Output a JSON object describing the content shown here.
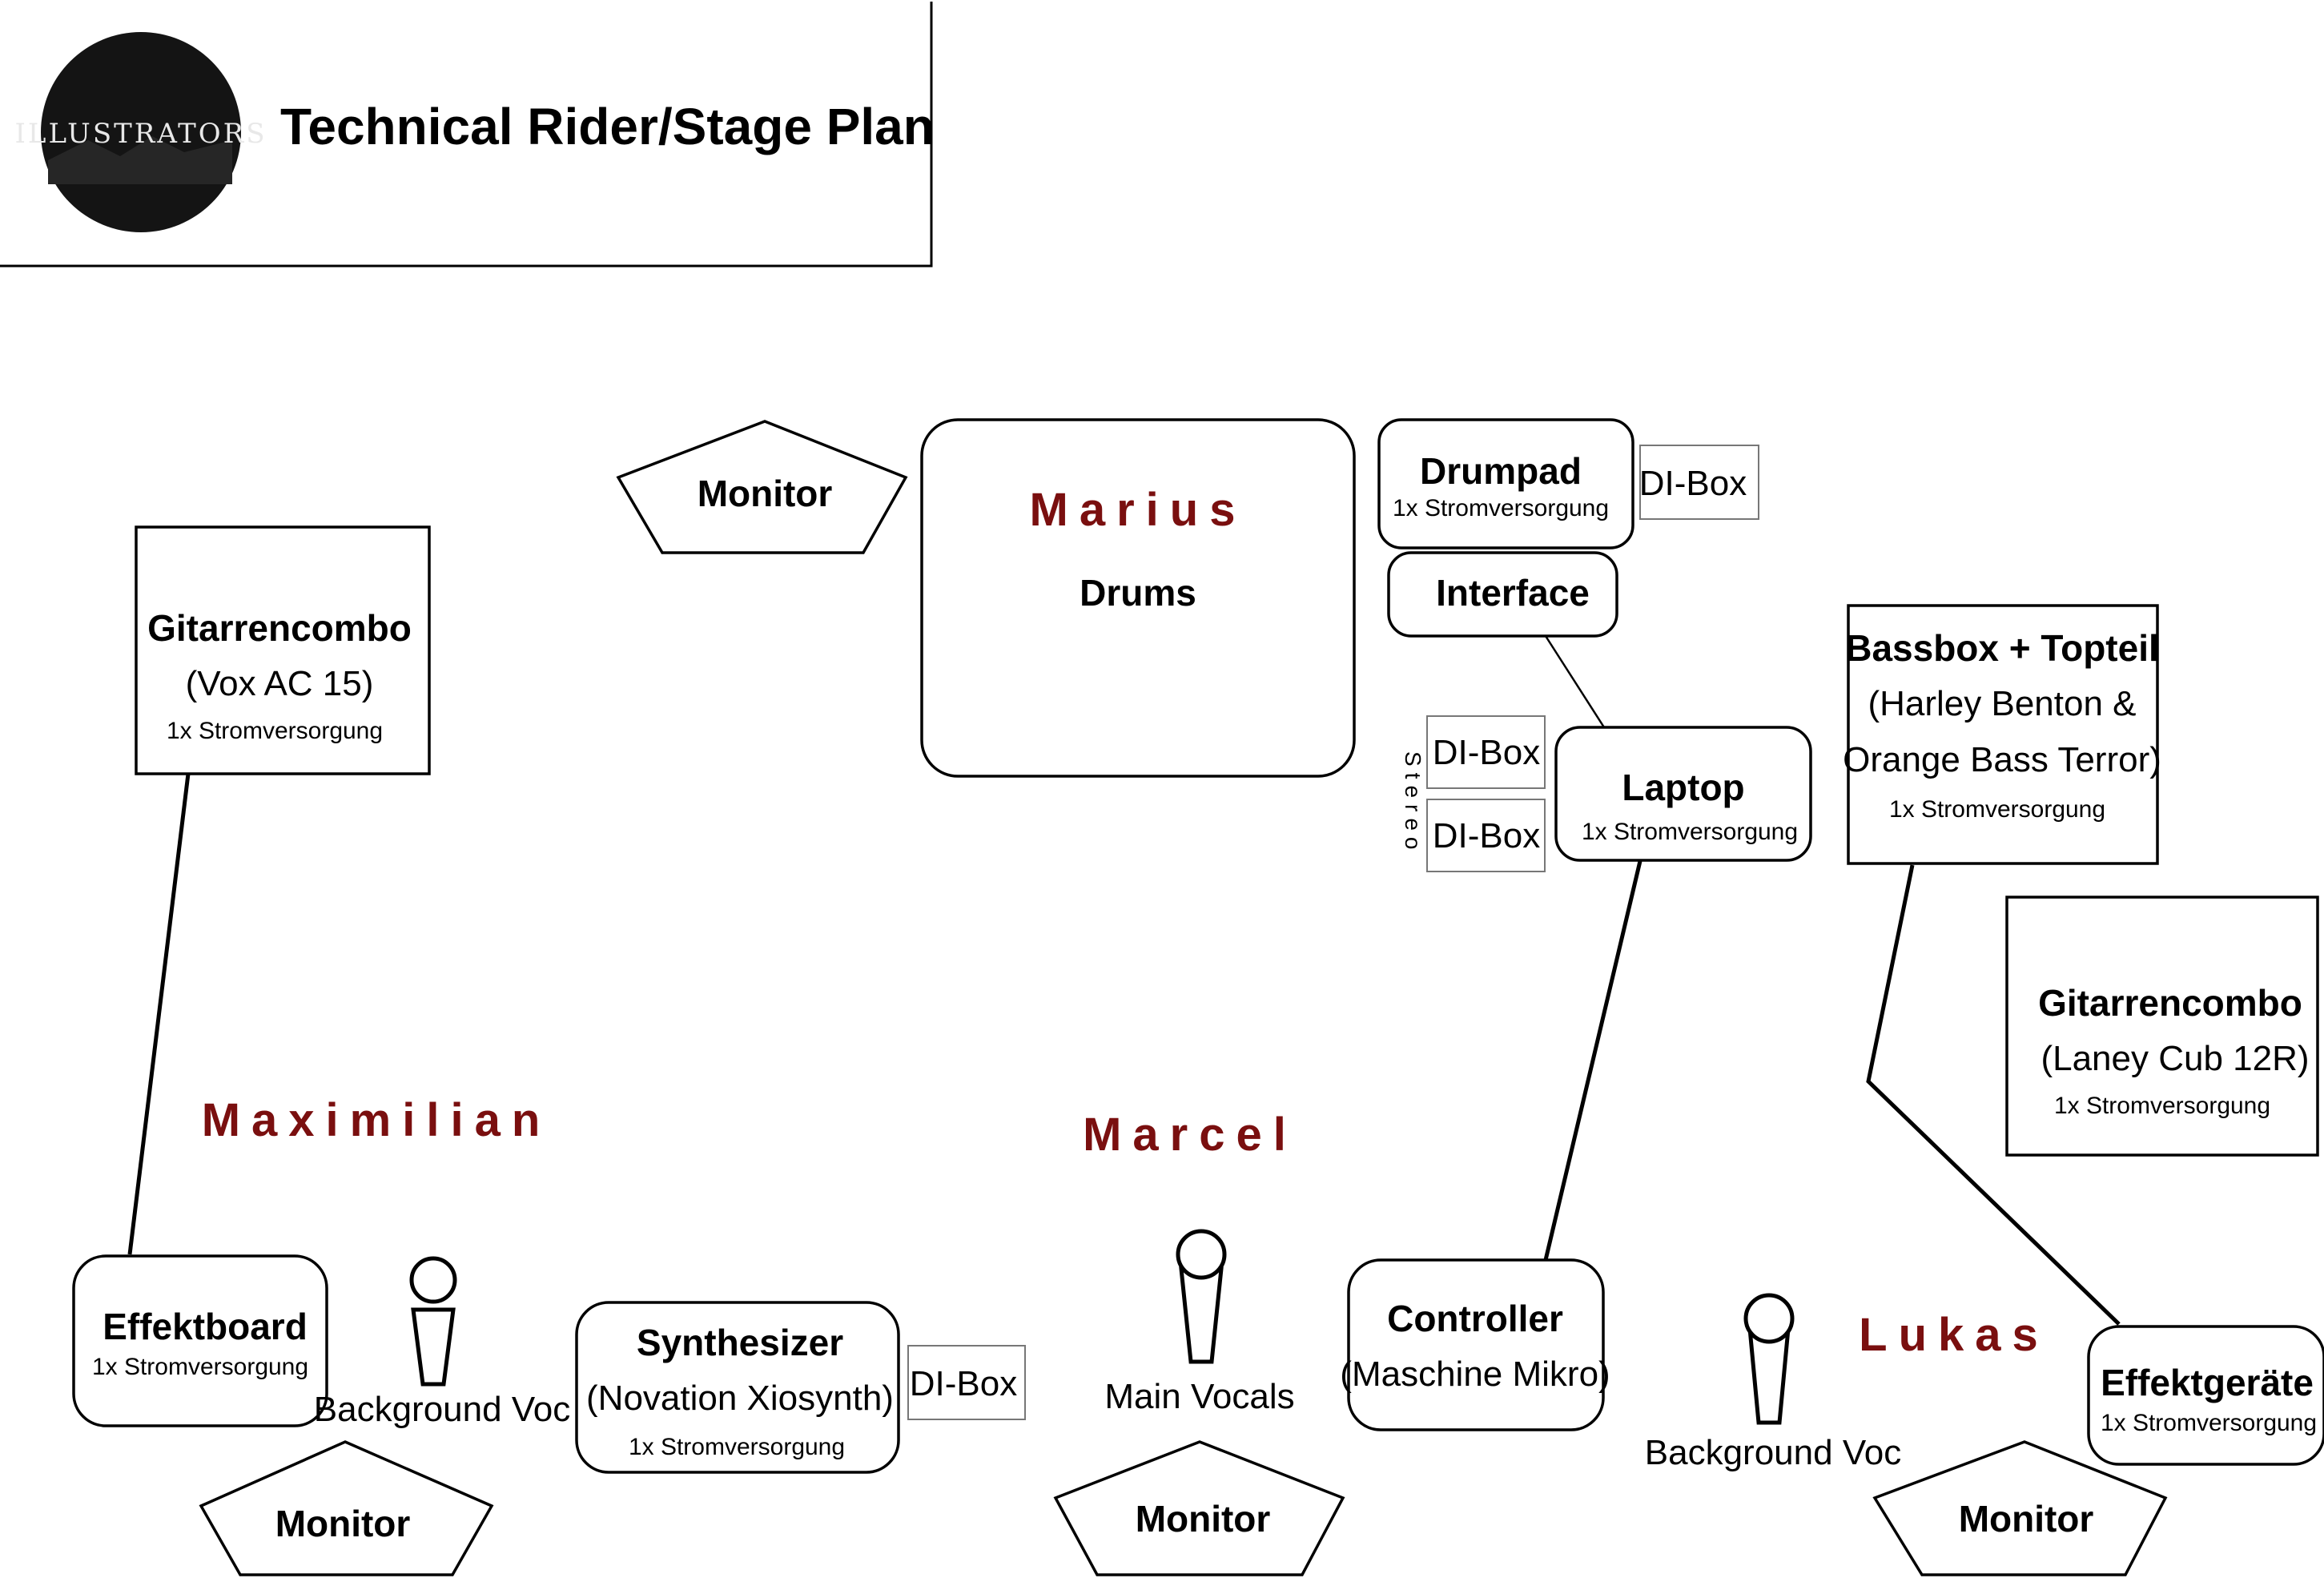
{
  "header": {
    "logo_text": "ILLUSTRATORS",
    "title": "Technical Rider/Stage Plan"
  },
  "members": {
    "drummer": "Marius",
    "guitarist_left": "Maximilian",
    "singer": "Marcel",
    "bassist": "Lukas"
  },
  "equipment": {
    "drums": {
      "name": "Marius",
      "label": "Drums"
    },
    "drumpad": {
      "label": "Drumpad",
      "power": "1x Stromversorgung"
    },
    "drumpad_di": "DI-Box",
    "interface": "Interface",
    "laptop": {
      "label": "Laptop",
      "power": "1x Stromversorgung"
    },
    "stereo_di_1": "DI-Box",
    "stereo_di_2": "DI-Box",
    "stereo_label": "Stereo",
    "guitar_combo_left": {
      "label": "Gitarrencombo",
      "model": "(Vox AC 15)",
      "power": "1x Stromversorgung"
    },
    "bass": {
      "label": "Bassbox + Topteil",
      "model_line1": "(Harley Benton &",
      "model_line2": "Orange Bass Terror)",
      "power": "1x Stromversorgung"
    },
    "guitar_combo_right": {
      "label": "Gitarrencombo",
      "model": "(Laney Cub 12R)",
      "power": "1x Stromversorgung"
    },
    "effektboard": {
      "label": "Effektboard",
      "power": "1x Stromversorgung"
    },
    "synthesizer": {
      "label": "Synthesizer",
      "model": "(Novation Xiosynth)",
      "power": "1x Stromversorgung"
    },
    "synth_di": "DI-Box",
    "controller": {
      "label": "Controller",
      "model": "(Maschine Mikro)"
    },
    "effektgeraete": {
      "label": "Effektgeräte",
      "power": "1x Stromversorgung"
    }
  },
  "mics": {
    "background_left": "Background Voc",
    "main": "Main Vocals",
    "background_right": "Background Voc"
  },
  "monitors": {
    "drums": "Monitor",
    "left": "Monitor",
    "center": "Monitor",
    "right": "Monitor"
  }
}
